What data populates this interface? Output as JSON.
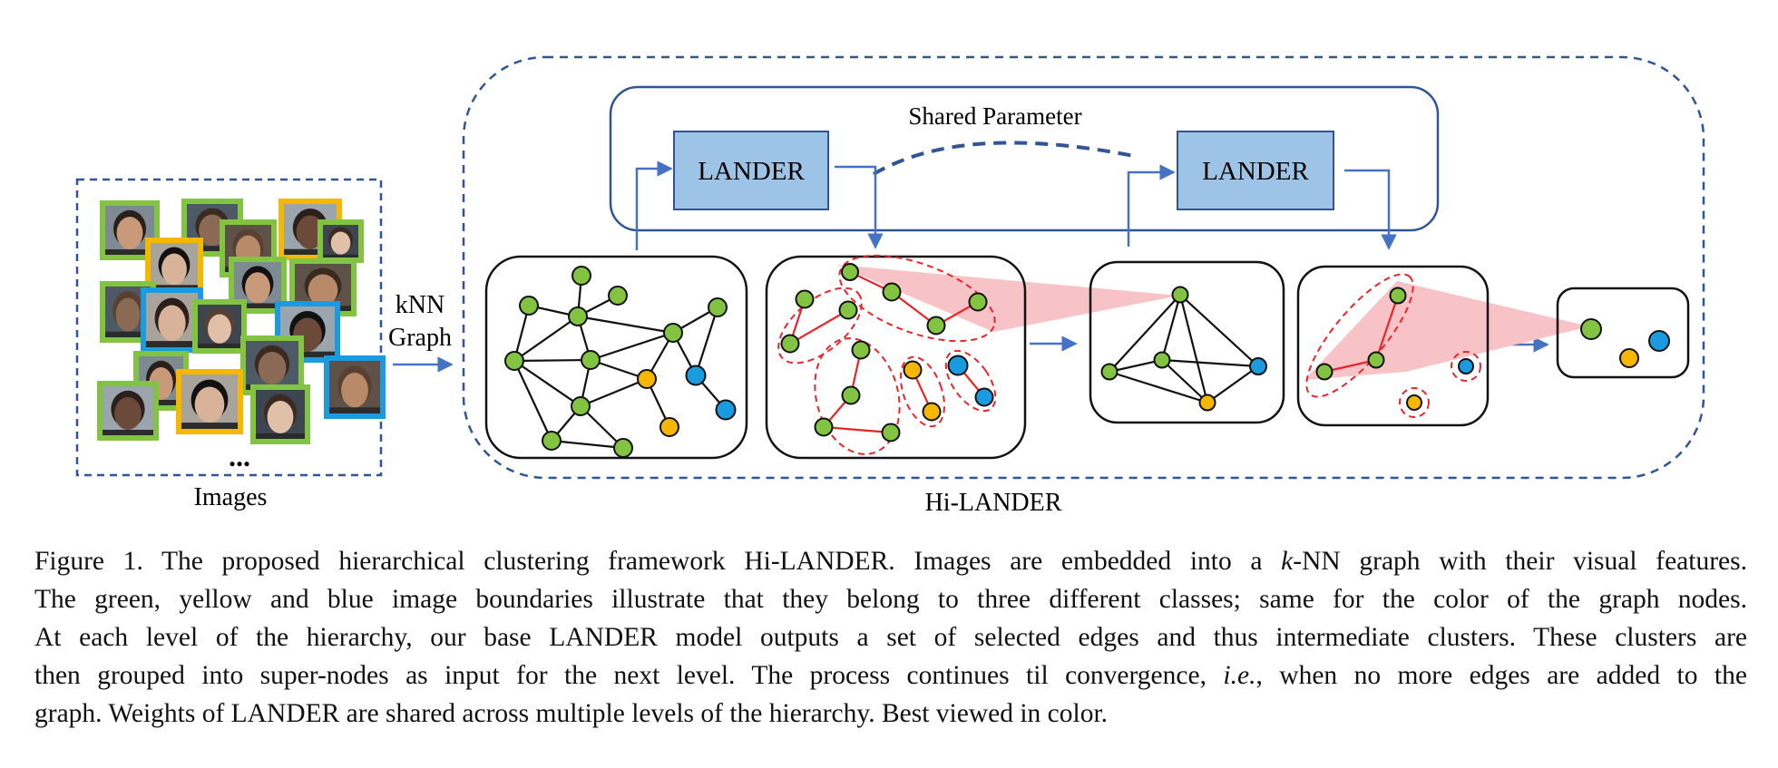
{
  "labels": {
    "knn_line1": "kNN",
    "knn_line2": "Graph",
    "images": "Images",
    "ellipsis": "...",
    "hi_lander": "Hi-LANDER",
    "shared_parameter": "Shared Parameter",
    "lander_1": "LANDER",
    "lander_2": "LANDER"
  },
  "colors": {
    "green": "#82c341",
    "yellow": "#f5b700",
    "blue": "#1a9be0",
    "red": "#e8252a",
    "arrow": "#4472c4",
    "dashed": "#2f5597",
    "lander_fill": "#9dc3e6",
    "lander_stroke": "#2f5597",
    "highlight": "#f8c3c6"
  },
  "faces": [
    {
      "border": "green"
    },
    {
      "border": "green"
    },
    {
      "border": "yellow"
    },
    {
      "border": "green"
    },
    {
      "border": "yellow"
    },
    {
      "border": "green"
    },
    {
      "border": "green"
    },
    {
      "border": "green"
    },
    {
      "border": "blue"
    },
    {
      "border": "green"
    },
    {
      "border": "blue"
    },
    {
      "border": "green"
    },
    {
      "border": "green"
    },
    {
      "border": "green"
    },
    {
      "border": "yellow"
    },
    {
      "border": "blue"
    },
    {
      "border": "green"
    },
    {
      "border": "green"
    }
  ],
  "caption": {
    "line1_a": "Figure 1. The proposed hierarchical clustering framework Hi-LANDER. Images are embedded into a ",
    "line1_k": "k",
    "line1_b": "-NN graph with their visual features.",
    "line2": "The green, yellow and blue image boundaries illustrate that they belong to three different classes; same for the color of the graph nodes.",
    "line3": "At each level of the hierarchy, our base LANDER model outputs a set of selected edges and thus intermediate clusters. These clusters are",
    "line4_a": "then grouped into super-nodes as input for the next level. The process continues til convergence, ",
    "line4_ie": "i.e.",
    "line4_b": ", when no more edges are added to the",
    "line5": "graph. Weights of LANDER are shared across multiple levels of the hierarchy. Best viewed in color."
  }
}
